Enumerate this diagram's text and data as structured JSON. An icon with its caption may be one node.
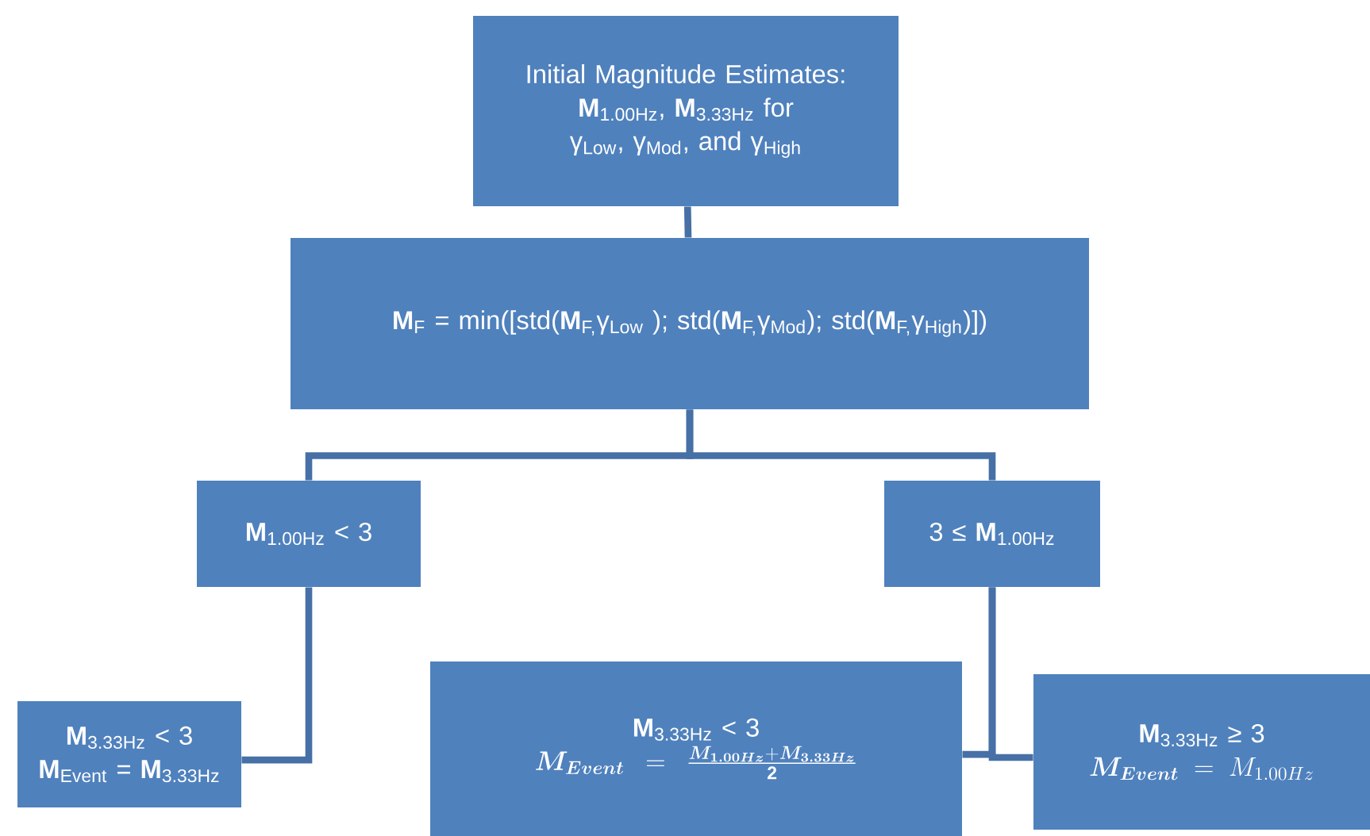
{
  "diagram": {
    "nodes": [
      {
        "text": [
          "Initial Magnitude Estimates:",
          "**M**$_{1.00Hz}$, **M**$_{3.33Hz}$ for γ$_{Low}$, γ$_{Mod}$, and γ$_{High}$"
        ]
      },
      {
        "text": [
          "**M**$_{F}$ = min([std(**M**$_{F,}$γ$_{Low}$ ); std(**M**$_{F,}$γ$_{Mod}$); std(**M**$_{F,}$γ$_{High}$)])"
        ]
      },
      {
        "text": [
          "**M**$_{1.00Hz}$ < 3"
        ]
      },
      {
        "text": [
          "3 ≤ **M**$_{1.00Hz}$"
        ]
      },
      {
        "text": [
          "**M**$_{3.33Hz}$ < 3",
          "**M**$_{Event}$ = **M**$_{3.33Hz}$"
        ]
      },
      {
        "text": [
          "**M**$_{3.33Hz}$ < 3",
          "\\boldsymbol{M_{Event}} = \\frac{\\boldsymbol{M_{1.00Hz}} + \\boldsymbol{M_{3.33Hz}}}{\\mathbf{2}}"
        ]
      },
      {
        "text": [
          "**M**$_{3.33Hz}$ ≥ 3",
          "\\boldsymbol{M_{Event}} = M_{1.00Hz}"
        ]
      }
    ],
    "edges": [
      {
        "from": 0,
        "to": 1,
        "arrow": "none"
      },
      {
        "from": 1,
        "to": 2,
        "arrow": "none"
      },
      {
        "from": 1,
        "to": 3,
        "arrow": "none"
      },
      {
        "from": 2,
        "to": 4,
        "arrow": "none"
      },
      {
        "from": 3,
        "to": 5,
        "arrow": "none"
      },
      {
        "from": 3,
        "to": 6,
        "arrow": "none"
      }
    ]
  }
}
